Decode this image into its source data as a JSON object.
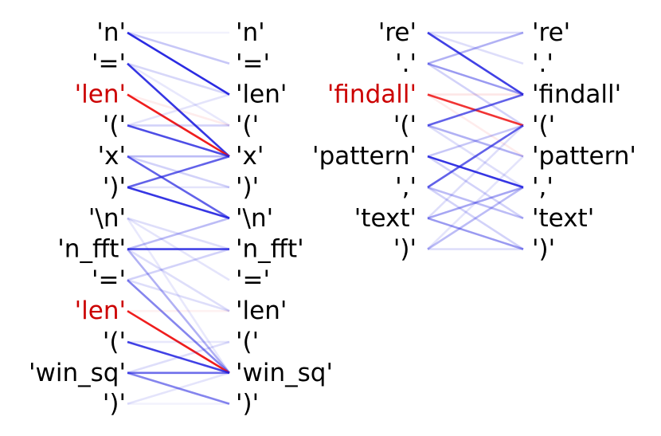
{
  "panels": [
    {
      "id": "left",
      "tokens": [
        "'n'",
        "'='",
        "'len'",
        "'('",
        "'x'",
        "')'",
        "'\\n'",
        "'n_fft'",
        "'='",
        "'len'",
        "'('",
        "'win_sq'",
        "')'"
      ],
      "highlight_rows": [
        2,
        9
      ],
      "links": [
        {
          "from": 0,
          "to": 2,
          "color": "#2020e0",
          "opacity": 0.95
        },
        {
          "from": 0,
          "to": 1,
          "color": "#2020e0",
          "opacity": 0.25
        },
        {
          "from": 0,
          "to": 0,
          "color": "#2020e0",
          "opacity": 0.06
        },
        {
          "from": 1,
          "to": 4,
          "color": "#2020e0",
          "opacity": 0.9
        },
        {
          "from": 1,
          "to": 2,
          "color": "#2020e0",
          "opacity": 0.18
        },
        {
          "from": 1,
          "to": 3,
          "color": "#2020e0",
          "opacity": 0.1
        },
        {
          "from": 2,
          "to": 4,
          "color": "#ee1111",
          "opacity": 0.95
        },
        {
          "from": 2,
          "to": 3,
          "color": "#ee1111",
          "opacity": 0.08
        },
        {
          "from": 3,
          "to": 4,
          "color": "#2020e0",
          "opacity": 0.8
        },
        {
          "from": 3,
          "to": 3,
          "color": "#2020e0",
          "opacity": 0.2
        },
        {
          "from": 3,
          "to": 2,
          "color": "#2020e0",
          "opacity": 0.12
        },
        {
          "from": 4,
          "to": 6,
          "color": "#2020e0",
          "opacity": 0.7
        },
        {
          "from": 4,
          "to": 4,
          "color": "#2020e0",
          "opacity": 0.3
        },
        {
          "from": 4,
          "to": 5,
          "color": "#2020e0",
          "opacity": 0.2
        },
        {
          "from": 5,
          "to": 6,
          "color": "#2020e0",
          "opacity": 0.9
        },
        {
          "from": 5,
          "to": 4,
          "color": "#2020e0",
          "opacity": 0.7
        },
        {
          "from": 5,
          "to": 5,
          "color": "#2020e0",
          "opacity": 0.12
        },
        {
          "from": 6,
          "to": 8,
          "color": "#2020e0",
          "opacity": 0.12
        },
        {
          "from": 6,
          "to": 7,
          "color": "#2020e0",
          "opacity": 0.15
        },
        {
          "from": 6,
          "to": 11,
          "color": "#2020e0",
          "opacity": 0.1
        },
        {
          "from": 7,
          "to": 7,
          "color": "#2020e0",
          "opacity": 0.85
        },
        {
          "from": 7,
          "to": 11,
          "color": "#2020e0",
          "opacity": 0.35
        },
        {
          "from": 7,
          "to": 6,
          "color": "#2020e0",
          "opacity": 0.3
        },
        {
          "from": 7,
          "to": 9,
          "color": "#2020e0",
          "opacity": 0.15
        },
        {
          "from": 8,
          "to": 11,
          "color": "#2020e0",
          "opacity": 0.55
        },
        {
          "from": 8,
          "to": 7,
          "color": "#2020e0",
          "opacity": 0.2
        },
        {
          "from": 8,
          "to": 9,
          "color": "#2020e0",
          "opacity": 0.15
        },
        {
          "from": 9,
          "to": 11,
          "color": "#ee1111",
          "opacity": 0.95
        },
        {
          "from": 9,
          "to": 9,
          "color": "#ee1111",
          "opacity": 0.06
        },
        {
          "from": 10,
          "to": 11,
          "color": "#2020e0",
          "opacity": 0.85
        },
        {
          "from": 10,
          "to": 10,
          "color": "#2020e0",
          "opacity": 0.1
        },
        {
          "from": 11,
          "to": 11,
          "color": "#2020e0",
          "opacity": 0.65
        },
        {
          "from": 11,
          "to": 12,
          "color": "#2020e0",
          "opacity": 0.55
        },
        {
          "from": 11,
          "to": 10,
          "color": "#2020e0",
          "opacity": 0.15
        },
        {
          "from": 12,
          "to": 11,
          "color": "#2020e0",
          "opacity": 0.12
        },
        {
          "from": 12,
          "to": 12,
          "color": "#2020e0",
          "opacity": 0.06
        }
      ]
    },
    {
      "id": "right",
      "tokens": [
        "'re'",
        "'.'",
        "'findall'",
        "'('",
        "'pattern'",
        "','",
        "'text'",
        "')'"
      ],
      "highlight_rows": [
        2
      ],
      "links": [
        {
          "from": 0,
          "to": 2,
          "color": "#2020e0",
          "opacity": 0.85
        },
        {
          "from": 0,
          "to": 0,
          "color": "#2020e0",
          "opacity": 0.15
        },
        {
          "from": 0,
          "to": 1,
          "color": "#2020e0",
          "opacity": 0.15
        },
        {
          "from": 1,
          "to": 2,
          "color": "#2020e0",
          "opacity": 0.45
        },
        {
          "from": 1,
          "to": 0,
          "color": "#2020e0",
          "opacity": 0.35
        },
        {
          "from": 1,
          "to": 3,
          "color": "#2020e0",
          "opacity": 0.2
        },
        {
          "from": 2,
          "to": 3,
          "color": "#ee1111",
          "opacity": 0.85
        },
        {
          "from": 2,
          "to": 2,
          "color": "#ee1111",
          "opacity": 0.1
        },
        {
          "from": 2,
          "to": 4,
          "color": "#ee1111",
          "opacity": 0.08
        },
        {
          "from": 3,
          "to": 2,
          "color": "#2020e0",
          "opacity": 0.7
        },
        {
          "from": 3,
          "to": 4,
          "color": "#2020e0",
          "opacity": 0.35
        },
        {
          "from": 3,
          "to": 5,
          "color": "#2020e0",
          "opacity": 0.15
        },
        {
          "from": 4,
          "to": 5,
          "color": "#2020e0",
          "opacity": 0.9
        },
        {
          "from": 4,
          "to": 3,
          "color": "#2020e0",
          "opacity": 0.25
        },
        {
          "from": 4,
          "to": 6,
          "color": "#2020e0",
          "opacity": 0.2
        },
        {
          "from": 5,
          "to": 3,
          "color": "#2020e0",
          "opacity": 0.7
        },
        {
          "from": 5,
          "to": 6,
          "color": "#2020e0",
          "opacity": 0.3
        },
        {
          "from": 5,
          "to": 7,
          "color": "#2020e0",
          "opacity": 0.2
        },
        {
          "from": 6,
          "to": 5,
          "color": "#2020e0",
          "opacity": 0.4
        },
        {
          "from": 6,
          "to": 7,
          "color": "#2020e0",
          "opacity": 0.45
        },
        {
          "from": 6,
          "to": 3,
          "color": "#2020e0",
          "opacity": 0.15
        },
        {
          "from": 7,
          "to": 5,
          "color": "#2020e0",
          "opacity": 0.3
        },
        {
          "from": 7,
          "to": 7,
          "color": "#2020e0",
          "opacity": 0.15
        },
        {
          "from": 7,
          "to": 4,
          "color": "#2020e0",
          "opacity": 0.12
        }
      ]
    }
  ]
}
